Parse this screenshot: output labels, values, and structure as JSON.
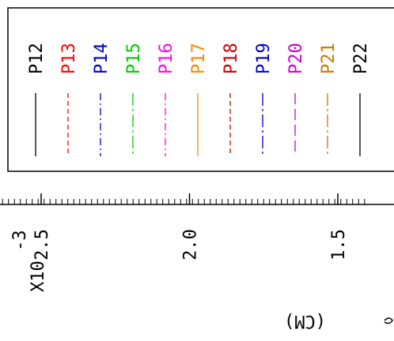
{
  "chart_data": {
    "type": "line",
    "title": "",
    "orientation": "rotated-90",
    "x_axis": {
      "multiplier_label": "X10",
      "exponent_label": "-3",
      "tick_labels": [
        "2.5",
        "2.0",
        "1.5"
      ],
      "ticks": [
        2.5,
        2.0,
        1.5
      ],
      "unit_label": "(CM)",
      "range": [
        2.65,
        1.4
      ],
      "minor_tick_step": 0.02
    },
    "legend": {
      "placement": "top",
      "entries": [
        {
          "name": "P12",
          "color": "#000000",
          "dash": "solid"
        },
        {
          "name": "P13",
          "color": "#ff0000",
          "dash": "dashed"
        },
        {
          "name": "P14",
          "color": "#0000cc",
          "dash": "dash-dot"
        },
        {
          "name": "P15",
          "color": "#00cc00",
          "dash": "long-dash-dot"
        },
        {
          "name": "P16",
          "color": "#ff00ff",
          "dash": "dash-dot"
        },
        {
          "name": "P17",
          "color": "#ff8800",
          "dash": "solid"
        },
        {
          "name": "P18",
          "color": "#cc0000",
          "dash": "dashed"
        },
        {
          "name": "P19",
          "color": "#0000cc",
          "dash": "long-dash-dot"
        },
        {
          "name": "P20",
          "color": "#cc00cc",
          "dash": "long-dash"
        },
        {
          "name": "P21",
          "color": "#cc7700",
          "dash": "long-dash-dot"
        },
        {
          "name": "P22",
          "color": "#000000",
          "dash": "solid"
        }
      ]
    }
  }
}
